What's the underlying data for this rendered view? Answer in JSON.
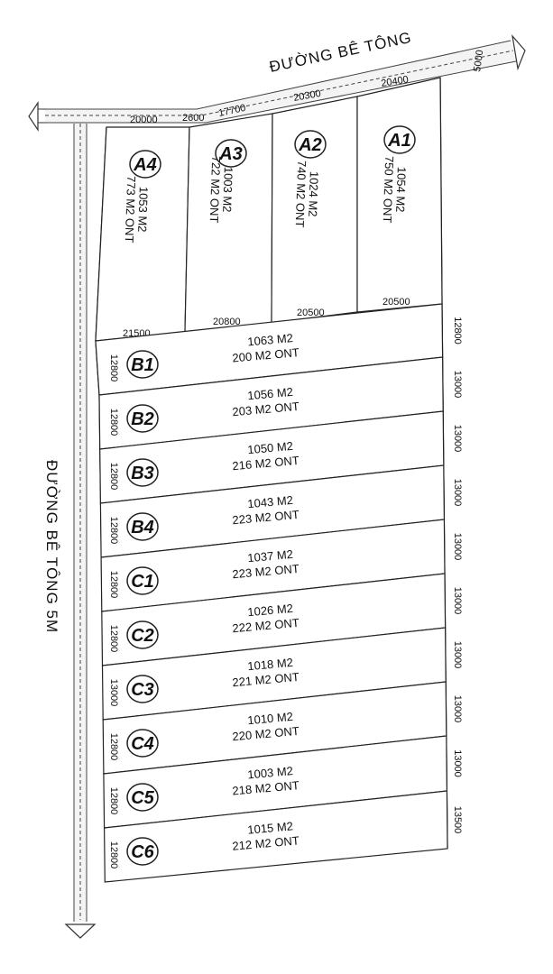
{
  "roads": {
    "top_label": "ĐƯỜNG BÊ TÔNG",
    "left_label": "ĐƯỜNG BÊ TÔNG 5M",
    "top_width_dim": "5000"
  },
  "top_dims": {
    "d1": "20000",
    "d2": "2600",
    "d3": "17700",
    "d4": "20300",
    "d5": "20400"
  },
  "top_lots": [
    {
      "id": "A4",
      "area": "1053 M2",
      "ont": "773 M2 ONT",
      "bottom_dim": "21500"
    },
    {
      "id": "A3",
      "area": "1003 M2",
      "ont": "722 M2 ONT",
      "bottom_dim": "20800"
    },
    {
      "id": "A2",
      "area": "1024 M2",
      "ont": "740 M2 ONT",
      "bottom_dim": "20500"
    },
    {
      "id": "A1",
      "area": "1054 M2",
      "ont": "750 M2 ONT",
      "bottom_dim": "20500"
    }
  ],
  "row_lots": [
    {
      "id": "B1",
      "area": "1063 M2",
      "ont": "200 M2 ONT",
      "left_dim": "12800",
      "right_dim": "12800"
    },
    {
      "id": "B2",
      "area": "1056 M2",
      "ont": "203 M2 ONT",
      "left_dim": "12800",
      "right_dim": "13000"
    },
    {
      "id": "B3",
      "area": "1050 M2",
      "ont": "216 M2 ONT",
      "left_dim": "12800",
      "right_dim": "13000"
    },
    {
      "id": "B4",
      "area": "1043 M2",
      "ont": "223 M2 ONT",
      "left_dim": "12800",
      "right_dim": "13000"
    },
    {
      "id": "C1",
      "area": "1037 M2",
      "ont": "223 M2 ONT",
      "left_dim": "12800",
      "right_dim": "13000"
    },
    {
      "id": "C2",
      "area": "1026 M2",
      "ont": "222 M2 ONT",
      "left_dim": "12800",
      "right_dim": "13000"
    },
    {
      "id": "C3",
      "area": "1018 M2",
      "ont": "221 M2 ONT",
      "left_dim": "13000",
      "right_dim": "13000"
    },
    {
      "id": "C4",
      "area": "1010 M2",
      "ont": "220 M2 ONT",
      "left_dim": "12800",
      "right_dim": "13000"
    },
    {
      "id": "C5",
      "area": "1003 M2",
      "ont": "218 M2 ONT",
      "left_dim": "12800",
      "right_dim": "13000"
    },
    {
      "id": "C6",
      "area": "1015 M2",
      "ont": "212 M2 ONT",
      "left_dim": "12800",
      "right_dim": "13500"
    }
  ]
}
